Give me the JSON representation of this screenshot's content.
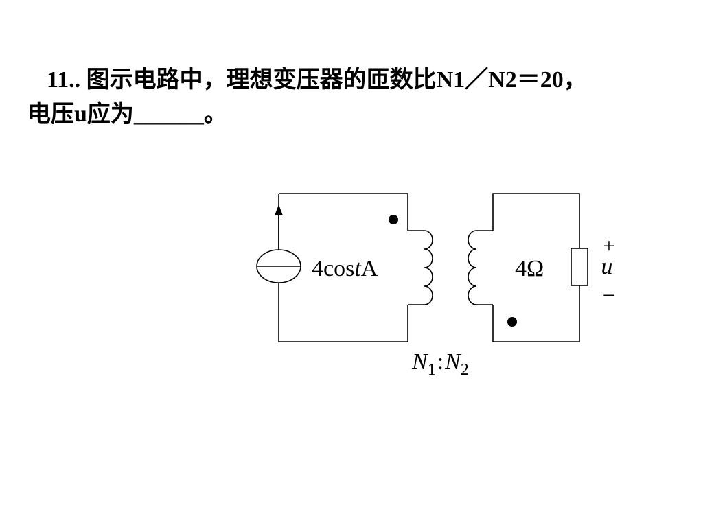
{
  "question": {
    "number": "11..",
    "line1_text": "图示电路中，理想变压器的匝数比N1／N2＝20，",
    "line2_text": "电压u应为",
    "blank": "______",
    "line2_end": "。"
  },
  "circuit": {
    "source_label_prefix": "4cos",
    "source_label_var": "t",
    "source_label_unit": "A",
    "resistor_label": "4Ω",
    "voltage_plus": "+",
    "voltage_var": "u",
    "voltage_minus": "–",
    "ratio_n1": "N",
    "ratio_n1_sub": "1",
    "ratio_sep": ":",
    "ratio_n2": "N",
    "ratio_n2_sub": "2"
  }
}
